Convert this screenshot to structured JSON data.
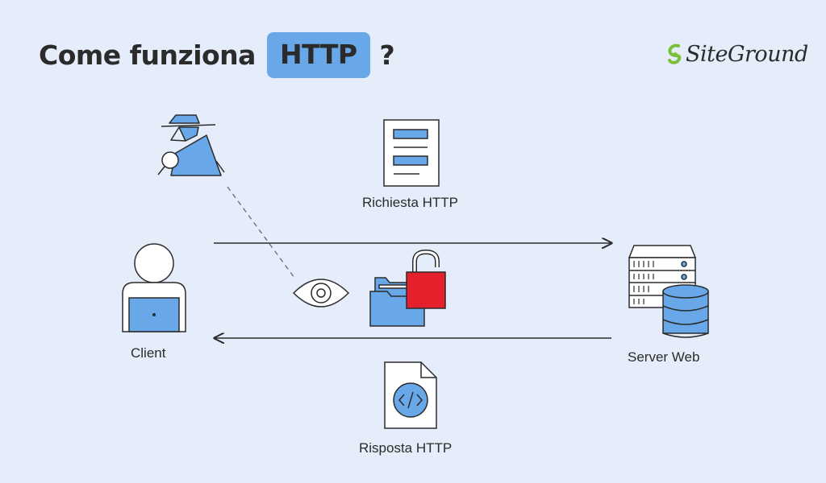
{
  "title": {
    "prefix": "Come funziona",
    "highlight": "HTTP",
    "suffix": "?"
  },
  "logo": {
    "text": "SiteGround",
    "icon": "siteground-swirl-icon",
    "icon_color": "#7bbe3a"
  },
  "nodes": {
    "client": "Client",
    "server": "Server Web"
  },
  "messages": {
    "request": "Richiesta HTTP",
    "response": "Risposta HTTP"
  },
  "icons": {
    "attacker": "spy-with-magnifier-icon",
    "eye": "eye-icon",
    "folder": "open-folder-icon",
    "lock": "unlocked-padlock-icon",
    "request_doc": "document-icon",
    "response_doc": "code-file-icon",
    "client": "user-laptop-icon",
    "server": "server-database-icon"
  },
  "colors": {
    "background": "#e4edf9",
    "accent": "#68a8e8",
    "lock": "#e3202c",
    "stroke": "#2b2b2b"
  }
}
